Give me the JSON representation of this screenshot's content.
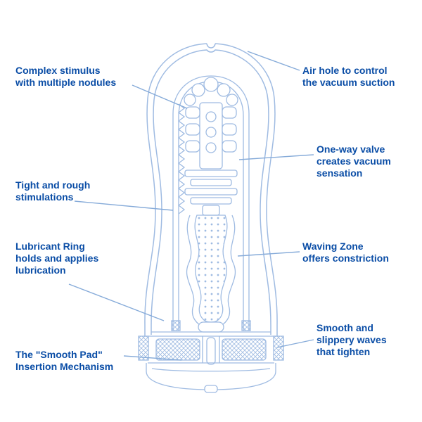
{
  "figure": {
    "labels": {
      "complex_stimulus": "Complex stimulus\nwith multiple nodules",
      "air_hole": "Air hole to control\nthe vacuum suction",
      "one_way_valve": "One-way valve\ncreates vacuum\nsensation",
      "tight_rough": "Tight and rough\nstimulations",
      "lubricant_ring": "Lubricant Ring\nholds and applies\nlubrication",
      "waving_zone": "Waving Zone\noffers constriction",
      "smooth_waves": "Smooth and\nslippery waves\nthat tighten",
      "smooth_pad": "The \"Smooth Pad\"\nInsertion Mechanism"
    },
    "colors": {
      "label_text": "#0a4da6",
      "drawing_line": "#9fbbe2",
      "leader_line": "#86abd9",
      "background": "#ffffff"
    }
  }
}
